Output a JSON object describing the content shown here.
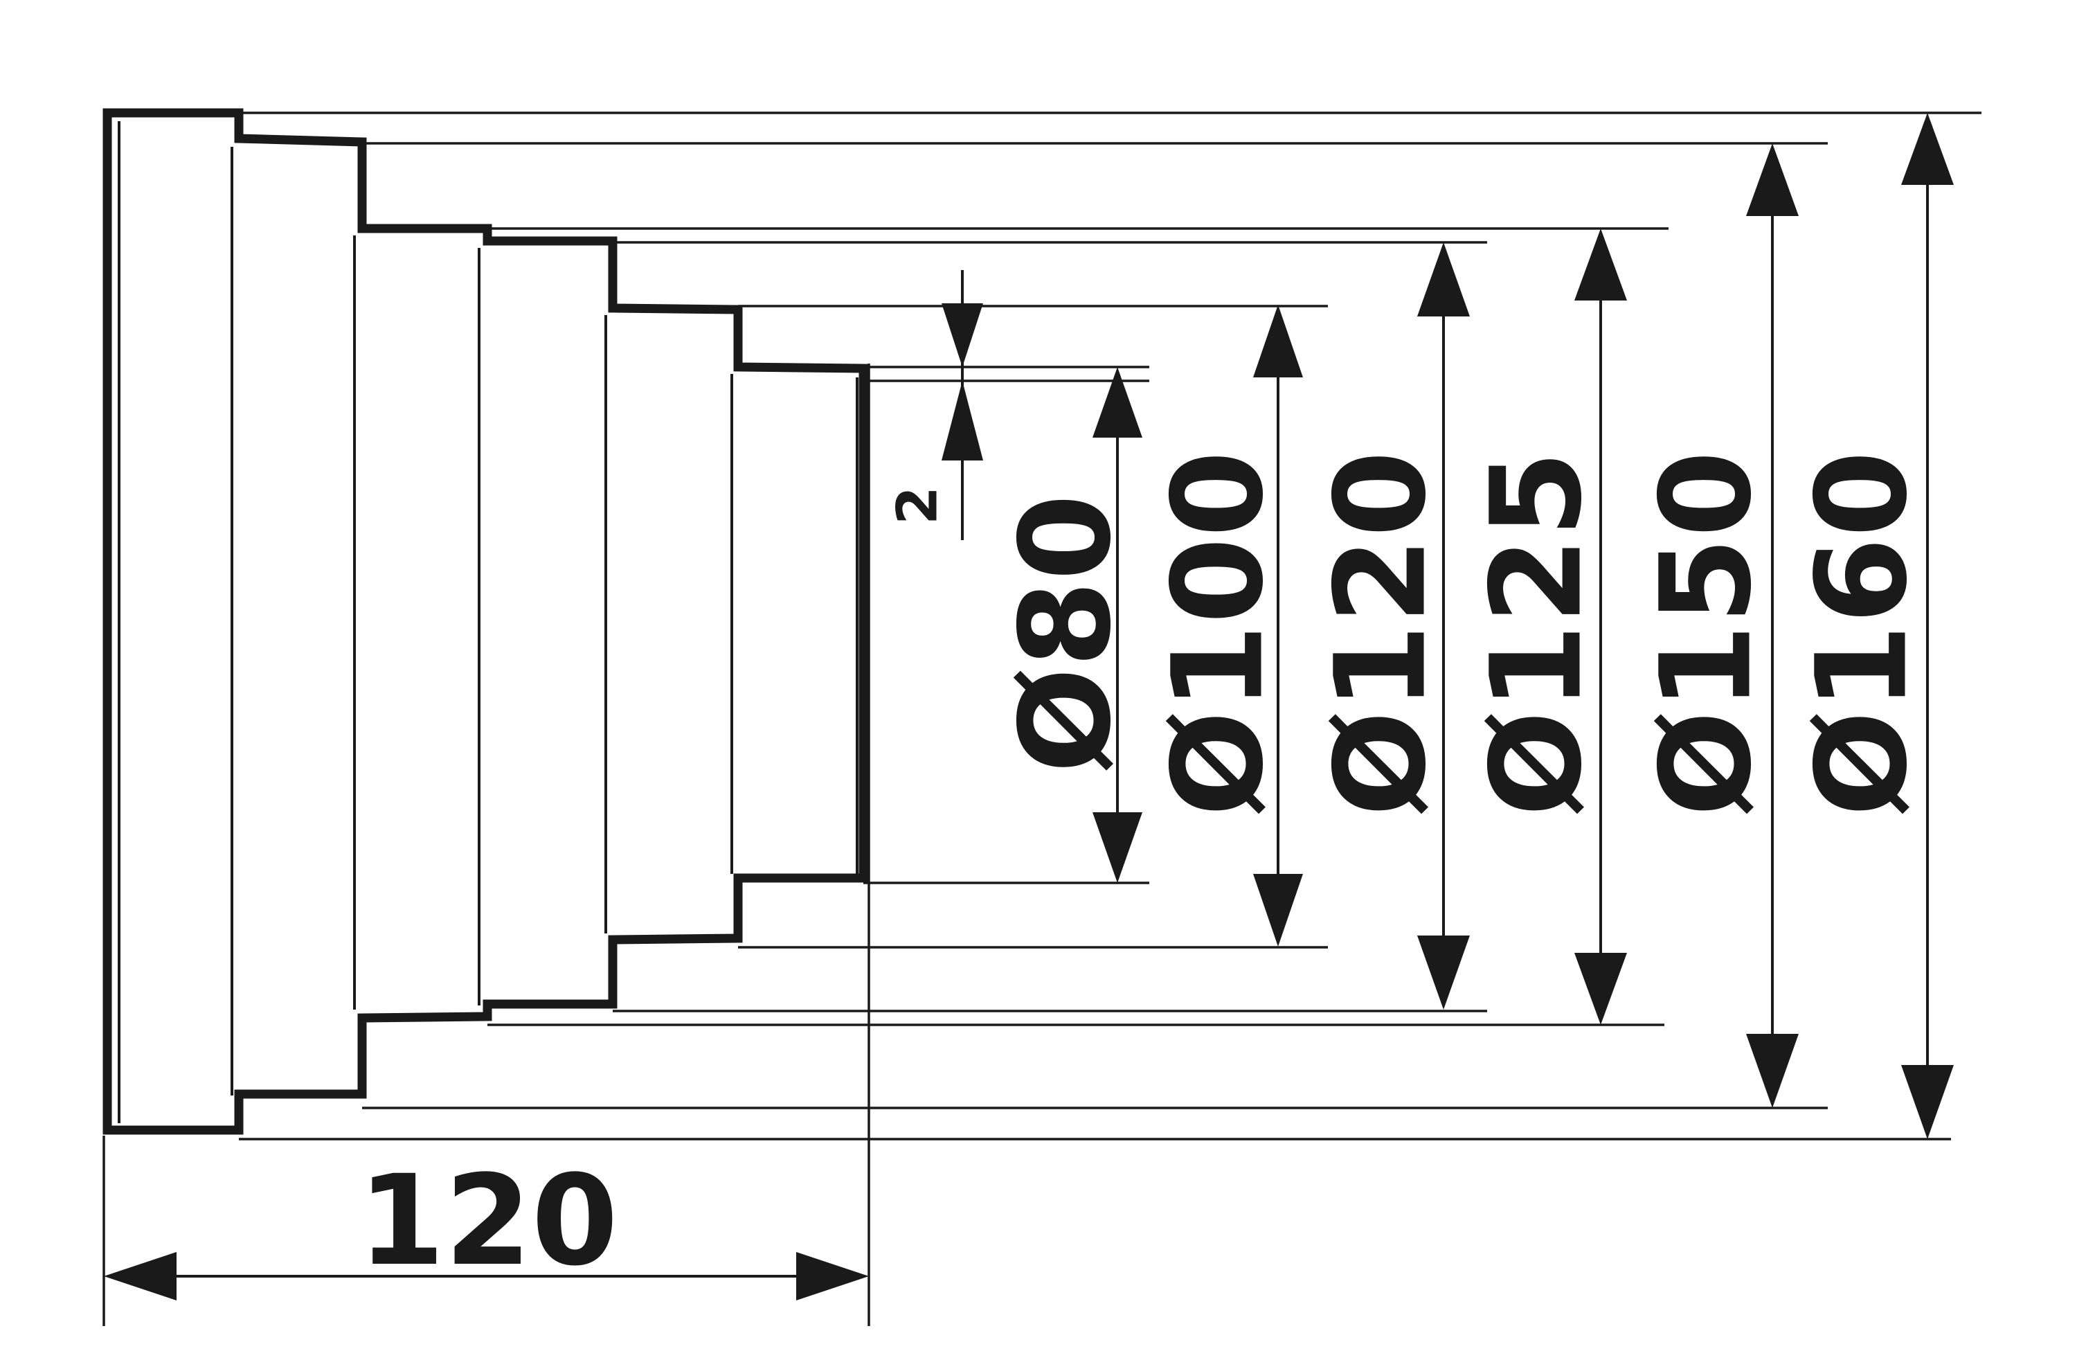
{
  "dimensions": {
    "length": "120",
    "wall": "2",
    "diameters": [
      "Ø80",
      "Ø100",
      "Ø120",
      "Ø125",
      "Ø150",
      "Ø160"
    ]
  }
}
